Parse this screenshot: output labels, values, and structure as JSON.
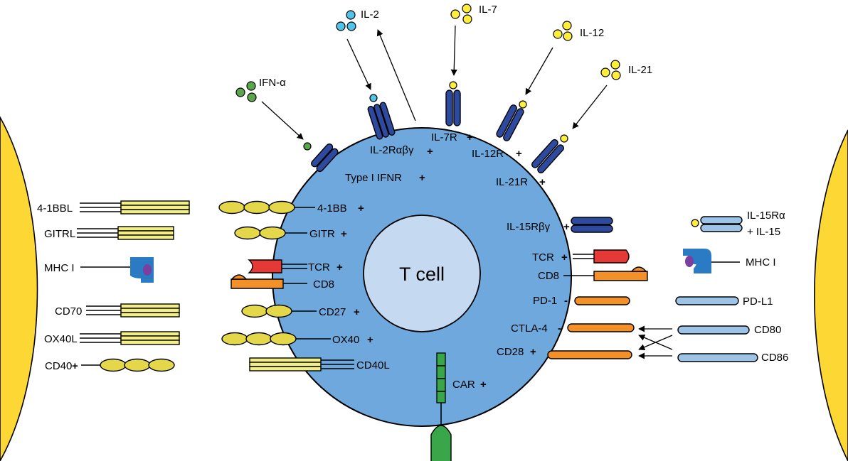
{
  "title": "T cell",
  "colors": {
    "apc": "#fdd835",
    "tcell": "#6fa8dc",
    "nucleus": "#c5d9f1",
    "receptor_dark": "#2e4a9e",
    "ligand_light": "#9dc3e6",
    "costim_yellow": "#f2ef86",
    "ovals_yellow": "#e4d84a",
    "tcr_red": "#e53935",
    "cd8_orange": "#f39028",
    "car_green": "#3aa64a",
    "ifn_green": "#5aa64b",
    "il2_blue": "#4fc3e8",
    "cytokine_yellow": "#ffee3a",
    "mhc_blue": "#2b7bc4",
    "peptide_purple": "#7b3fa0"
  },
  "cytokines": {
    "ifn_alpha": "IFN-α",
    "il2": "IL-2",
    "il7": "IL-7",
    "il12": "IL-12",
    "il21": "IL-21"
  },
  "tcell_receptors": {
    "type1_ifnr": "Type I IFNR",
    "il2r": "IL-2Rαβγ",
    "il7r": "IL-7R",
    "il12r": "IL-12R",
    "il21r": "IL-21R",
    "il15r": "IL-15Rβγ",
    "b41bb": "4-1BB",
    "gitr": "GITR",
    "tcr_left": "TCR",
    "cd8_left": "CD8",
    "cd27": "CD27",
    "ox40": "OX40",
    "cd40l": "CD40L",
    "car": "CAR",
    "tcr_right": "TCR",
    "cd8_right": "CD8",
    "pd1": "PD-1",
    "ctla4": "CTLA-4",
    "cd28": "CD28"
  },
  "left_apc": {
    "ligand_41bbl": "4-1BBL",
    "gitrl": "GITRL",
    "mhc1": "MHC I",
    "cd70": "CD70",
    "ox40l": "OX40L",
    "cd40": "CD40"
  },
  "right_apc": {
    "il15ra": "IL-15Rα",
    "il15": "+ IL-15",
    "mhc1": "MHC I",
    "pdl1": "PD-L1",
    "cd80": "CD80",
    "cd86": "CD86"
  },
  "signs": {
    "plus": "+",
    "minus": "-"
  }
}
